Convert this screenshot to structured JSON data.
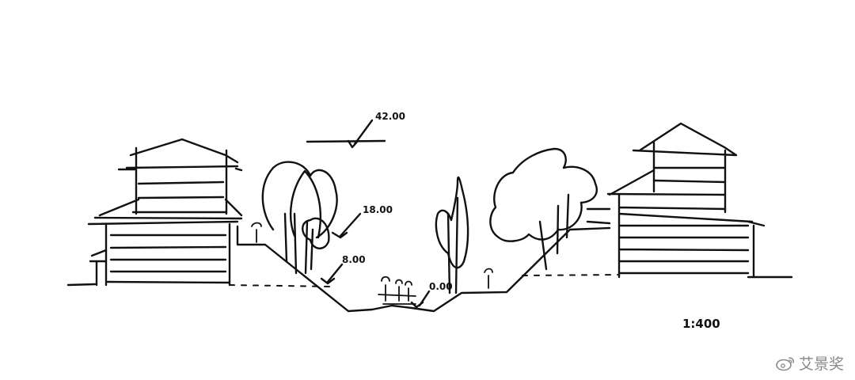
{
  "elevation_labels": {
    "sky": "42.00",
    "right_tree": "18.00",
    "upper_slope": "8.00",
    "valley": "0.00"
  },
  "scale_label": "1:400",
  "watermark": {
    "icon": "weibo-icon",
    "text": "艾景奖"
  }
}
